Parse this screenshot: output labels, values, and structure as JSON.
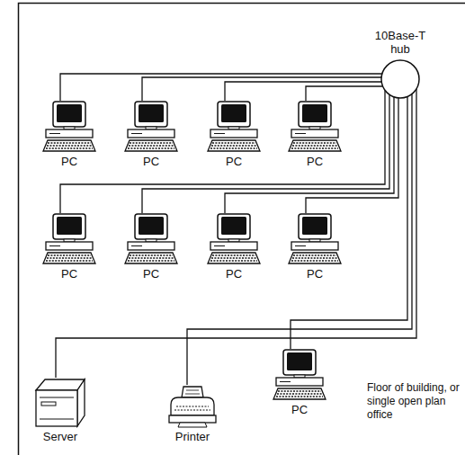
{
  "diagram": {
    "nodes": [
      {
        "text": [
          "10Base-T hub"
        ]
      },
      {
        "text": [
          "PC"
        ]
      },
      {
        "text": [
          "PC"
        ]
      },
      {
        "text": [
          "PC"
        ]
      },
      {
        "text": [
          "PC"
        ]
      },
      {
        "text": [
          "PC"
        ]
      },
      {
        "text": [
          "PC"
        ]
      },
      {
        "text": [
          "PC"
        ]
      },
      {
        "text": [
          "PC"
        ]
      },
      {
        "text": [
          "Server"
        ]
      },
      {
        "text": [
          "Printer"
        ]
      },
      {
        "text": [
          "PC"
        ]
      }
    ],
    "edges": [
      {
        "from": 1,
        "to": 0,
        "arrow": "none"
      },
      {
        "from": 2,
        "to": 0,
        "arrow": "none"
      },
      {
        "from": 3,
        "to": 0,
        "arrow": "none"
      },
      {
        "from": 4,
        "to": 0,
        "arrow": "none"
      },
      {
        "from": 5,
        "to": 0,
        "arrow": "none"
      },
      {
        "from": 6,
        "to": 0,
        "arrow": "none"
      },
      {
        "from": 7,
        "to": 0,
        "arrow": "none"
      },
      {
        "from": 8,
        "to": 0,
        "arrow": "none"
      },
      {
        "from": 9,
        "to": 0,
        "arrow": "none"
      },
      {
        "from": 10,
        "to": 0,
        "arrow": "none"
      },
      {
        "from": 11,
        "to": 0,
        "arrow": "none"
      }
    ],
    "labels": [
      "Floor of building, or single open plan office"
    ]
  }
}
